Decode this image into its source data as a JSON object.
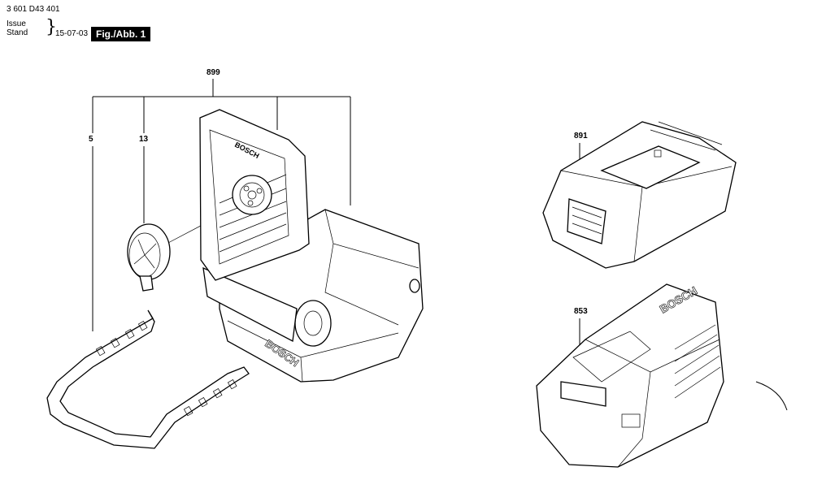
{
  "header": {
    "doc_number": "3 601 D43 401",
    "issue_label": "Issue",
    "stand_label": "Stand",
    "date": "15-07-03",
    "figure_label": "Fig./Abb. 1"
  },
  "callouts": {
    "p899": "899",
    "p5": "5",
    "p13": "13",
    "p891": "891",
    "p853": "853"
  },
  "brand": {
    "lamp_head": "BOSCH",
    "lamp_base": "BOSCH",
    "charger": "BOSCH"
  }
}
